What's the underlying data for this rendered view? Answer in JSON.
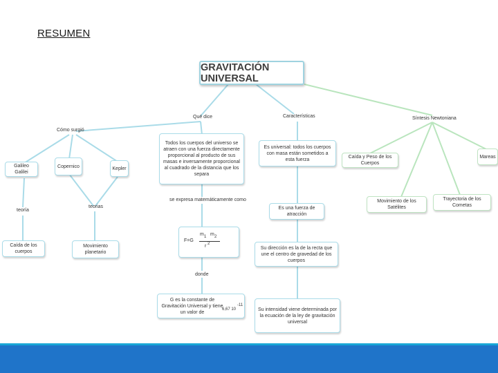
{
  "slide": {
    "title": "RESUMEN"
  },
  "map": {
    "title": "GRAVITACIÓN UNIVERSAL",
    "branches": {
      "como_surgio": "Cómo surgió",
      "que_dice": "Qué dice",
      "caracteristicas": "Características",
      "sintesis": "Síntesis Newtoniana"
    },
    "nodes": {
      "galileo": "Galileo Galilei",
      "copernico": "Copernico",
      "kepler": "Kepler",
      "teoria": "teoría",
      "teorias": "teorias",
      "caida": "Caída de los cuerpos",
      "movimiento_planetario": "Movimiento planetario",
      "todos_cuerpos": "Todos los cuerpos del universo se atraen con una fuerza directamente proporcional al producto de sus masas e inversamente proporcional al cuadrado de la distancia que los separa",
      "se_expresa": "se expresa matemáticamente como",
      "donde": "donde",
      "constante": "G es la constante de Gravitación Universal y tiene un valor de",
      "es_universal": "Es universal: todos los cuerpos con masa están sometidos a esta fuerza",
      "atraccion": "Es una fuerza de atracción",
      "direccion": "Su dirección es la de la recta que une el centro de gravedad de los cuerpos",
      "intensidad": "Su intensidad viene determinada por la ecuación de la ley de gravitación universal",
      "caida_peso": "Caída y Peso de los Cuerpos",
      "mareas": "Mareas",
      "satelites": "Movimiento de los Satélites",
      "cometas": "Trayectoria de los Cometas"
    },
    "formula": {
      "lhs": "F=G",
      "m1": "m",
      "m1_sub": "1",
      "m2": "m",
      "m2_sub": "2",
      "den": "r",
      "den_exp": "2",
      "g_value": "6,67 10",
      "g_exp": "-11"
    }
  },
  "colors": {
    "node_border": "#a9dbe8",
    "green_line": "#b9e5bd",
    "blue_line": "#a9dbe8",
    "band": "#1f74c9"
  }
}
